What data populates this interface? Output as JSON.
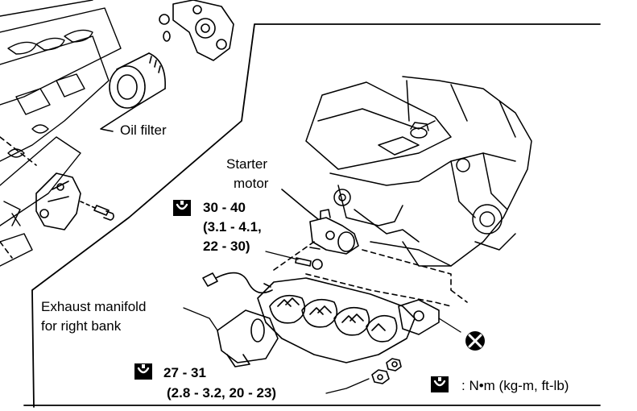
{
  "labels": {
    "oil_filter": "Oil filter",
    "starter_line1": "Starter",
    "starter_line2": "motor",
    "exhaust_line1": "Exhaust manifold",
    "exhaust_line2": "for right bank"
  },
  "torque_starter": {
    "line1": "30 - 40",
    "line2": "(3.1 - 4.1,",
    "line3": "22 - 30)"
  },
  "torque_exhaust": {
    "line1": "27 - 31",
    "line2": "(2.8 - 3.2, 20 - 23)"
  },
  "legend": {
    "text": ": N•m (kg-m, ft-lb)"
  },
  "icons": {
    "torque": "torque-wrench-icon",
    "nonreusable": "do-not-reuse-icon"
  }
}
